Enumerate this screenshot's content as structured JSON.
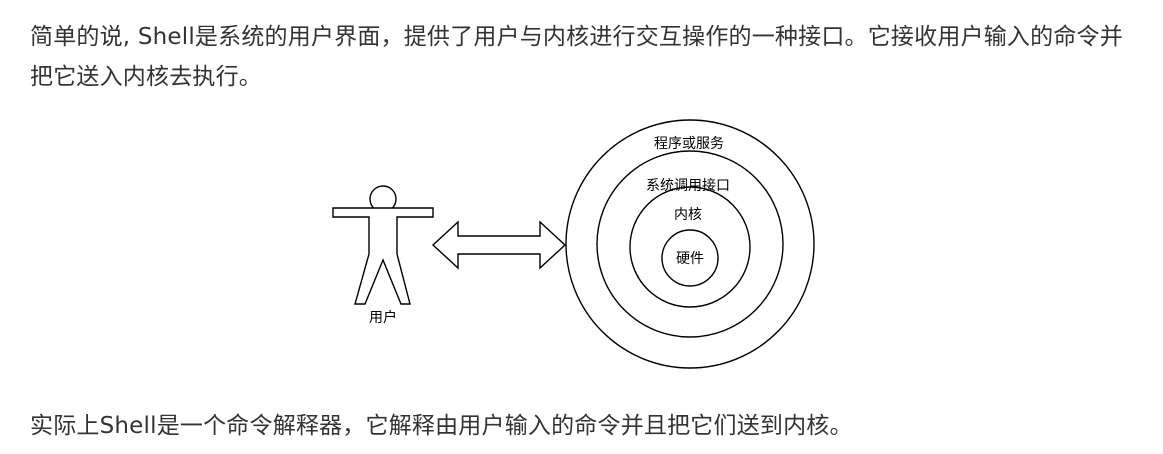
{
  "paragraphs": {
    "intro": "简单的说, Shell是系统的用户界面，提供了用户与内核进行交互操作的一种接口。它接收用户输入的命令并把它送入内核去执行。",
    "conclusion": "实际上Shell是一个命令解释器，它解释由用户输入的命令并且把它们送到内核。"
  },
  "diagram": {
    "user_label": "用户",
    "layers": {
      "outer": "程序或服务",
      "syscall": "系统调用接口",
      "kernel": "内核",
      "hardware": "硬件"
    }
  }
}
